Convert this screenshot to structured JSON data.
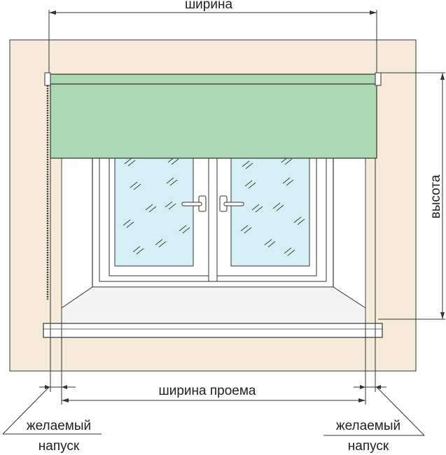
{
  "labels": {
    "width": "ширина",
    "height": "высота",
    "opening_width": "ширина проема",
    "overlap_left_line1": "желаемый",
    "overlap_left_line2": "напуск",
    "overlap_right_line1": "желаемый",
    "overlap_right_line2": "напуск"
  },
  "colors": {
    "wall": "#f6ebd9",
    "blind": "#acd8b2",
    "glass": "#d4f0f4",
    "frame": "#ffffff",
    "sill": "#f4f4f4",
    "outline": "#333333"
  }
}
